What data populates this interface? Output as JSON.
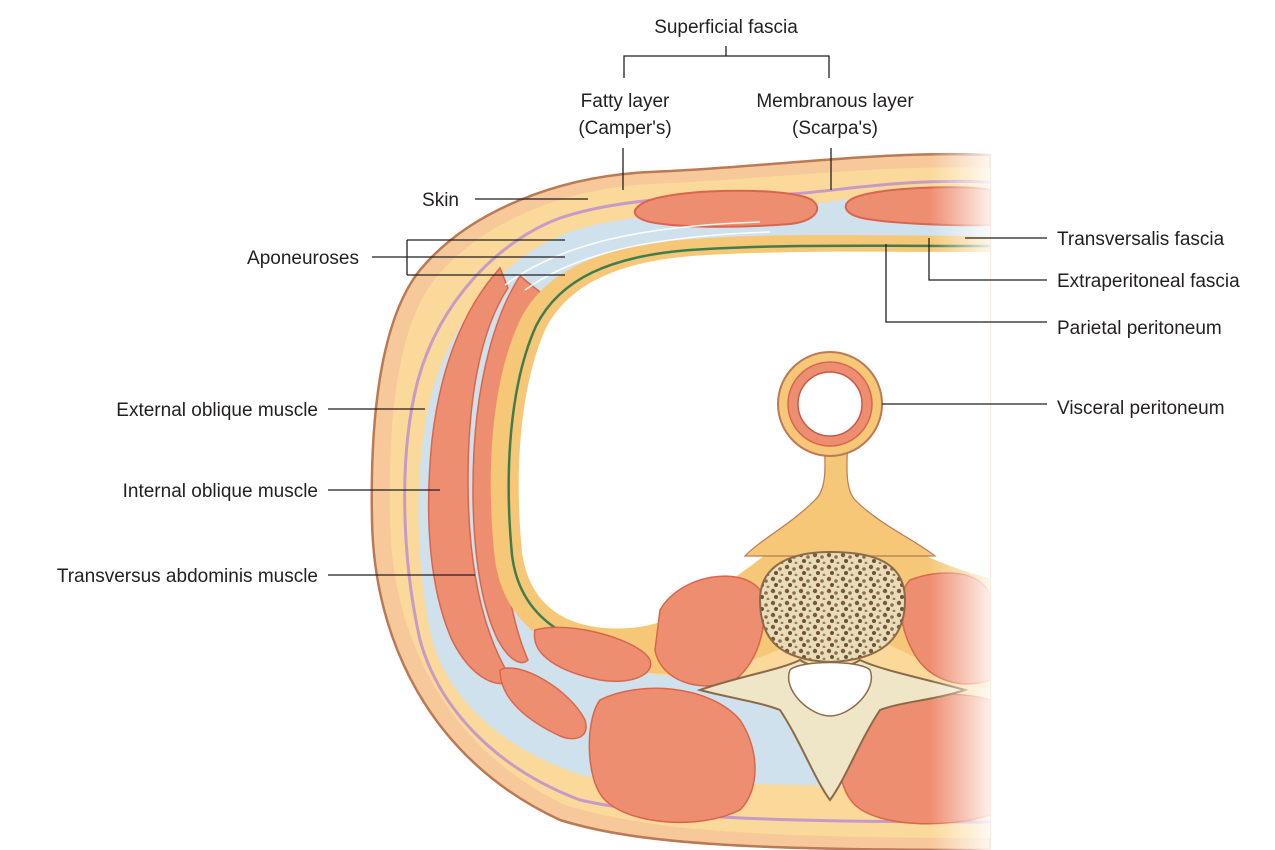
{
  "labels": {
    "superficial_fascia": "Superficial fascia",
    "fatty_layer_line1": "Fatty layer",
    "fatty_layer_line2": "(Camper's)",
    "membranous_layer_line1": "Membranous layer",
    "membranous_layer_line2": "(Scarpa's)",
    "skin": "Skin",
    "aponeuroses": "Aponeuroses",
    "external_oblique": "External oblique muscle",
    "internal_oblique": "Internal oblique muscle",
    "transversus_abdominis": "Transversus abdominis muscle",
    "transversalis_fascia": "Transversalis fascia",
    "extraperitoneal_fascia": "Extraperitoneal fascia",
    "parietal_peritoneum": "Parietal peritoneum",
    "visceral_peritoneum": "Visceral peritoneum"
  },
  "colors": {
    "skin": "#f7c89a",
    "skin_edge": "#b97a55",
    "fat": "#fbd99a",
    "membranous": "#c79bc6",
    "muscle": "#ee8e70",
    "muscle_dark": "#d9664c",
    "fascia_blue": "#cfe1ec",
    "extraperitoneal": "#f6c777",
    "peritoneum": "#3f7d4f",
    "bone": "#efe6c8",
    "bone_spongy": "#8b6a4a",
    "text": "#231f20"
  }
}
